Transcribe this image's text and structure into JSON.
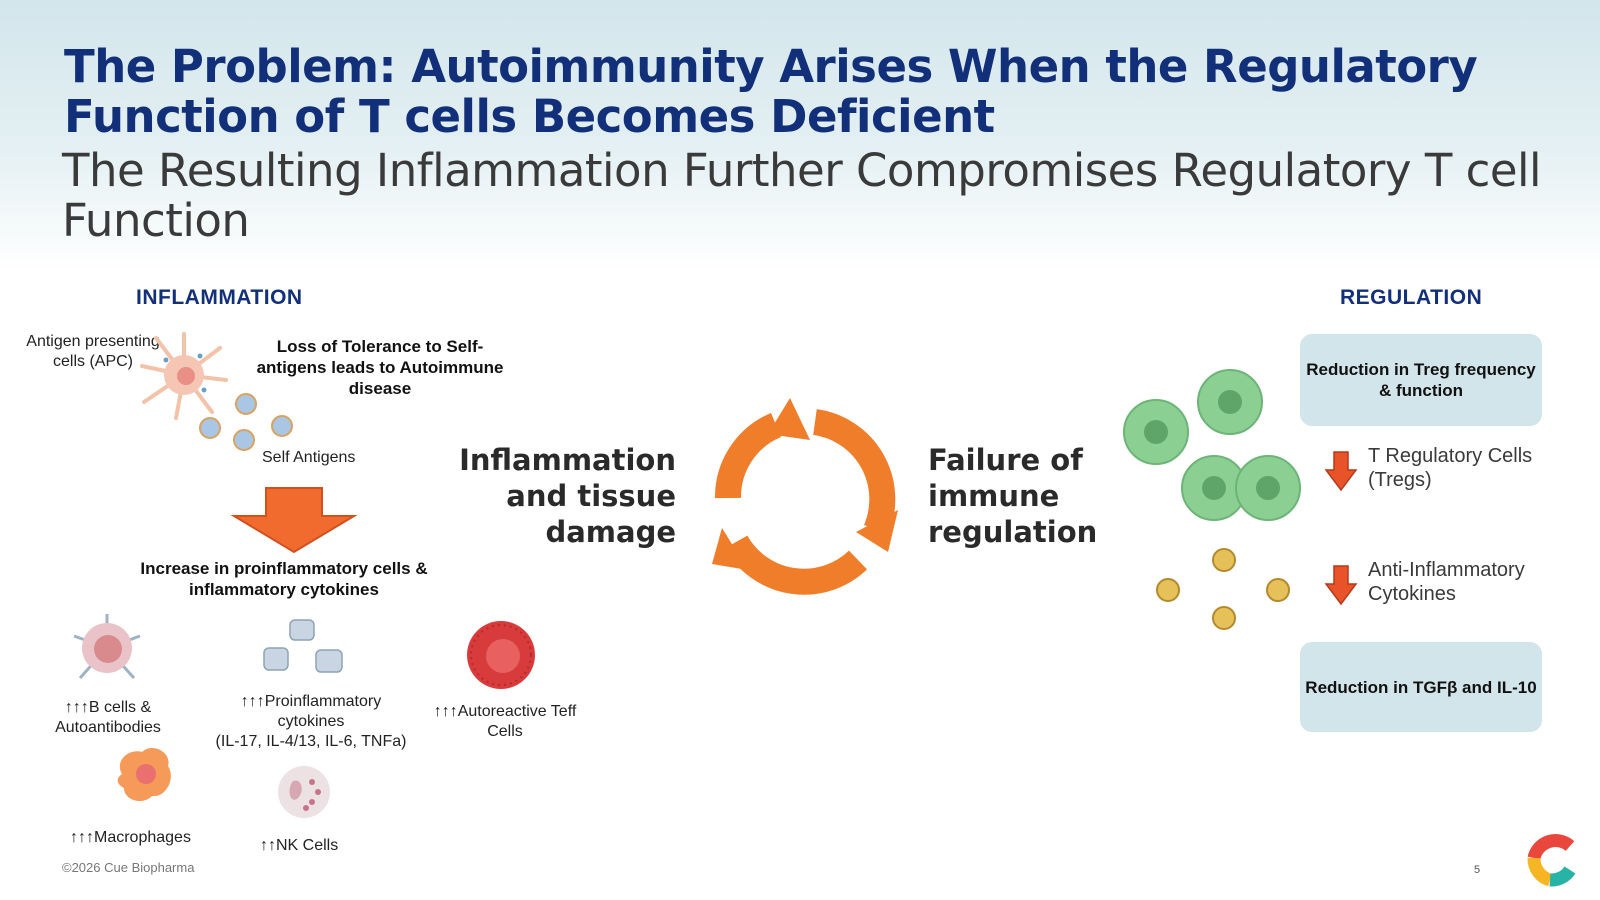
{
  "title": "The Problem: Autoimmunity Arises When the Regulatory Function of T cells Becomes Deficient",
  "subtitle": "The Resulting Inflammation Further Compromises Regulatory T cell Function",
  "inflammation": {
    "label": "INFLAMMATION",
    "apc_label": "Antigen presenting cells (APC)",
    "tolerance_text": "Loss of Tolerance to Self-antigens leads to Autoimmune disease",
    "self_antigens": "Self Antigens",
    "increase_text": "Increase in proinflammatory cells & inflammatory cytokines",
    "b_cells": "↑↑↑B cells & Autoantibodies",
    "cytokines_line1": "↑↑↑Proinflammatory cytokines",
    "cytokines_line2": "(IL-17, IL-4/13, IL-6, TNFa)",
    "teff": "↑↑↑Autoreactive Teff Cells",
    "macrophages": "↑↑↑Macrophages",
    "nk_cells": "↑↑NK Cells"
  },
  "cycle": {
    "left_text": "Inflammation and tissue damage",
    "right_text": "Failure of immune regulation",
    "color": "#f07d2a"
  },
  "regulation": {
    "label": "REGULATION",
    "box_top": "Reduction in Treg frequency & function",
    "treg_text": "T Regulatory Cells (Tregs)",
    "cytokine_text": "Anti-Inflammatory Cytokines",
    "box_bottom": "Reduction in TGFβ and IL-10"
  },
  "footer": {
    "copyright": "©2026 Cue Biopharma",
    "page_number": "5"
  },
  "colors": {
    "title": "#12307a",
    "box": "#d2e5ea",
    "arrow": "#e8532a"
  }
}
